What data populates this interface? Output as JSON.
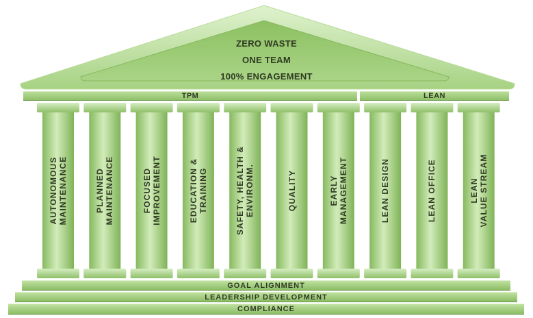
{
  "roof": {
    "lines": [
      "ZERO WASTE",
      "ONE TEAM",
      "100% ENGAGEMENT"
    ]
  },
  "beams": {
    "tpm": "TPM",
    "lean": "LEAN"
  },
  "pillars": [
    "AUTONOMOUS\nMAINTENANCE",
    "PLANNED\nMAINTENANCE",
    "FOCUSED\nIMPROVEMENT",
    "EDUCATION &\nTRAINING",
    "SAFETY, HEALTH &\nENVIRONM.",
    "QUALITY",
    "EARLY\nMANAGEMENT",
    "LEAN DESIGN",
    "LEAN OFFICE",
    "LEAN\nVALUE STREAM"
  ],
  "foundation": {
    "goal": "GOAL ALIGNMENT",
    "leadership": "LEADERSHIP DEVELOPMENT",
    "compliance": "COMPLIANCE"
  },
  "colors": {
    "roof_light": "#d6edc2",
    "roof_dark": "#9ccb77",
    "pillar_light": "#cde8b4",
    "pillar_dark": "#86b95f",
    "text": "#2f3a22"
  }
}
